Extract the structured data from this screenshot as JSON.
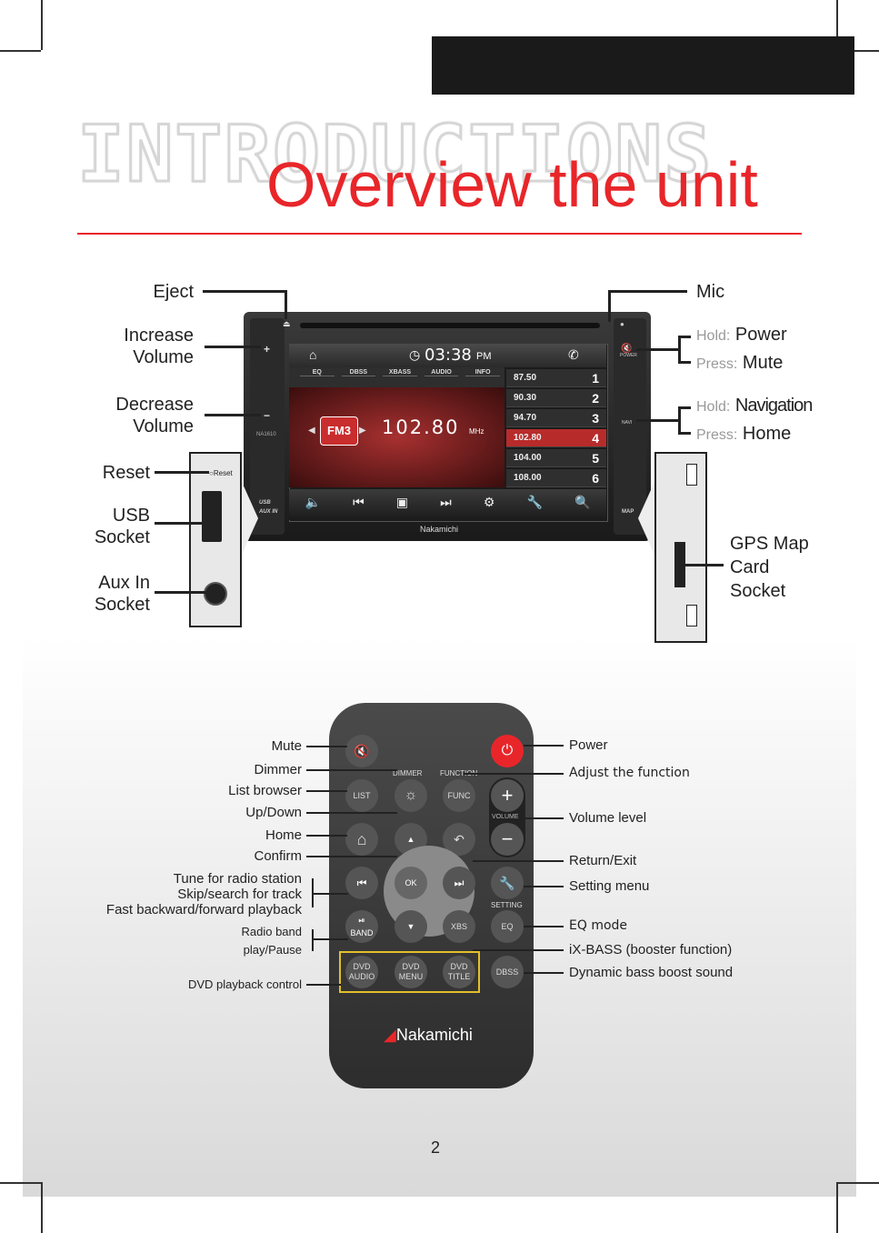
{
  "header": {
    "section_word": "INTRODUCTIONS",
    "title": "Overview the unit"
  },
  "unit": {
    "clock": "03:38",
    "clock_suffix": "PM",
    "band": "FM3",
    "frequency": "102.80",
    "freq_unit": "MHz",
    "eq_tabs": [
      "EQ",
      "DBSS",
      "XBASS",
      "AUDIO",
      "INFO"
    ],
    "presets": [
      {
        "freq": "87.50",
        "num": "1"
      },
      {
        "freq": "90.30",
        "num": "2"
      },
      {
        "freq": "94.70",
        "num": "3"
      },
      {
        "freq": "102.80",
        "num": "4"
      },
      {
        "freq": "104.00",
        "num": "5"
      },
      {
        "freq": "108.00",
        "num": "6"
      }
    ],
    "brand": "Nakamichi",
    "model": "NA1610",
    "side_labels": {
      "usb": "USB",
      "aux": "AUX IN",
      "power": "POWER",
      "navi": "NAVI",
      "map": "MAP",
      "reset": "Reset"
    }
  },
  "unit_labels": {
    "eject": "Eject",
    "increase_volume_1": "Increase",
    "increase_volume_2": "Volume",
    "decrease_volume_1": "Decrease",
    "decrease_volume_2": "Volume",
    "reset": "Reset",
    "usb_1": "USB",
    "usb_2": "Socket",
    "aux_1": "Aux In",
    "aux_2": "Socket",
    "mic": "Mic",
    "power_hold_prefix": "Hold:",
    "power_hold": "Power",
    "power_press_prefix": "Press:",
    "power_press": "Mute",
    "nav_hold_prefix": "Hold:",
    "nav_hold": "Navigation",
    "nav_press_prefix": "Press:",
    "nav_press": "Home",
    "gps_1": "GPS Map",
    "gps_2": "Card",
    "gps_3": "Socket"
  },
  "remote": {
    "buttons": {
      "dimmer": "DIMMER",
      "function": "FUNCTION",
      "list": "LIST",
      "func": "FUNC",
      "volume": "VOLUME",
      "ok": "OK",
      "setting": "SETTING",
      "band": "BAND",
      "xbs": "XBS",
      "eq": "EQ",
      "dvd_audio_1": "DVD",
      "dvd_audio_2": "AUDIO",
      "dvd_menu_1": "DVD",
      "dvd_menu_2": "MENU",
      "dvd_title_1": "DVD",
      "dvd_title_2": "TITLE",
      "dbss": "DBSS",
      "brand": "Nakamichi"
    },
    "left_labels": {
      "mute": "Mute",
      "dimmer": "Dimmer",
      "list": "List browser",
      "updown": "Up/Down",
      "home": "Home",
      "confirm": "Confirm",
      "tune": "Tune for radio station",
      "skip": "Skip/search for track",
      "fast": "Fast backward/forward playback",
      "radio_band": "Radio band",
      "play_pause": "play/Pause",
      "dvd_control": "DVD playback control"
    },
    "right_labels": {
      "power": "Power",
      "adjust": "Adjust the function",
      "volume": "Volume level",
      "return": "Return/Exit",
      "setting": "Setting menu",
      "eq": "EQ mode",
      "ixbass": "iX-BASS (booster function)",
      "dbss": "Dynamic bass boost sound"
    }
  },
  "page": {
    "number": "2"
  },
  "colors": {
    "accent_red": "#e8262a",
    "remote_body": "#333333",
    "power_red": "#e8262a"
  }
}
